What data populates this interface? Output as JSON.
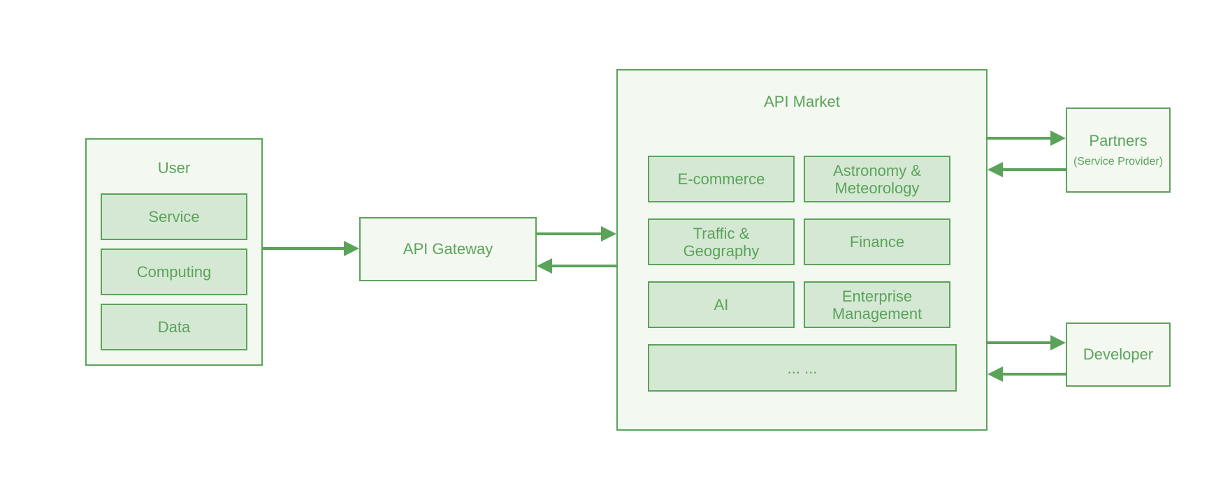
{
  "diagram": {
    "user": {
      "title": "User",
      "items": [
        "Service",
        "Computing",
        "Data"
      ]
    },
    "gateway": {
      "label": "API Gateway"
    },
    "market": {
      "title": "API Market",
      "categories": [
        "E-commerce",
        "Astronomy &\nMeteorology",
        "Traffic &\nGeography",
        "Finance",
        "AI",
        "Enterprise\nManagement"
      ],
      "more": "... ..."
    },
    "partners": {
      "label": "Partners",
      "sublabel": "(Service Provider)"
    },
    "developer": {
      "label": "Developer"
    }
  },
  "colors": {
    "stroke": "#5ba35a",
    "outer_fill": "#f3f8f1",
    "inner_fill": "#d5e8d4",
    "text": "#5ba35a"
  }
}
